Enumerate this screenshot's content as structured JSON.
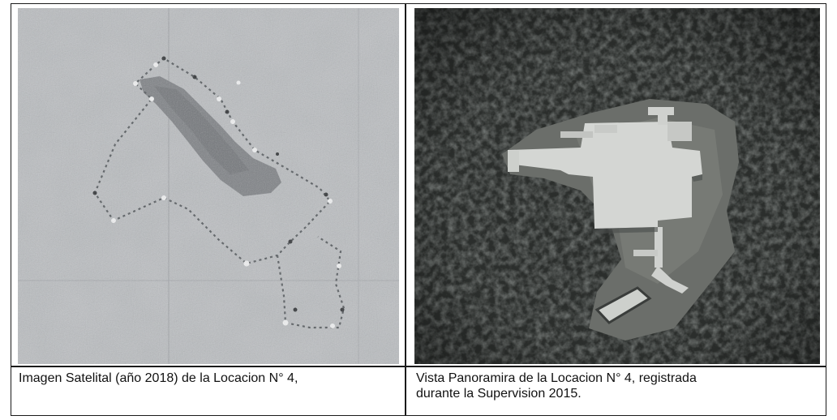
{
  "document": {
    "left_cell": {
      "image_name": "satellite-image",
      "caption": "Imagen Satelital (año 2018) de la Locacion N° 4,"
    },
    "right_cell": {
      "image_name": "aerial-panoramic-photo",
      "caption_line1": "Vista Panoramira de la Locacion N° 4, registrada",
      "caption_line2": "durante la Supervision 2015."
    }
  },
  "colors": {
    "border": "#1a1a1a",
    "satellite_bg": "#b9bcbf",
    "satellite_patch": "#7f8286",
    "forest": "#2b2e2c",
    "clearing": "#6b6e6a",
    "platform": "#d4d6d3"
  }
}
